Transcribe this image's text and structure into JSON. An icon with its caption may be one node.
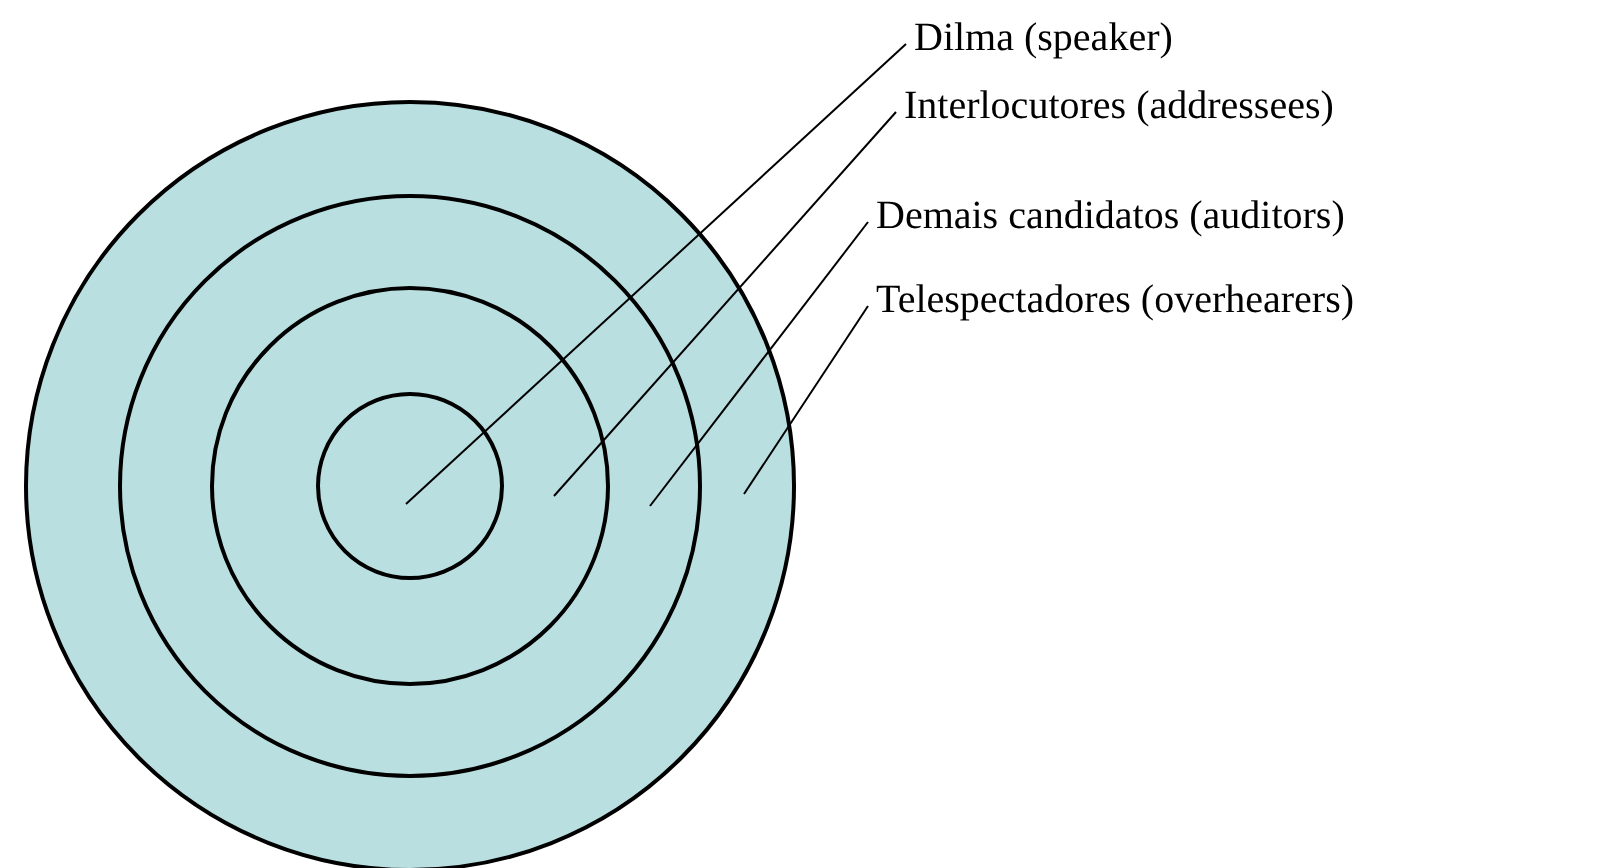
{
  "diagram": {
    "nodes": [
      {
        "text": [],
        "shape": "circle"
      },
      {
        "text": [],
        "shape": "circle",
        "in": 0
      },
      {
        "text": [],
        "shape": "circle",
        "in": 1
      },
      {
        "text": [],
        "shape": "circle",
        "in": 2
      },
      {
        "text": [
          "Dilma (speaker)"
        ]
      },
      {
        "text": [
          "Interlocutores (addressees)"
        ]
      },
      {
        "text": [
          "Demais candidatos (auditors)"
        ]
      },
      {
        "text": [
          "Telespectadores (overhearers)"
        ]
      }
    ],
    "edges": [
      {
        "from": 4,
        "to": 3,
        "arrow": "none"
      },
      {
        "from": 5,
        "to": 2,
        "arrow": "none"
      },
      {
        "from": 6,
        "to": 1,
        "arrow": "none"
      },
      {
        "from": 7,
        "to": 0,
        "arrow": "none"
      }
    ]
  }
}
